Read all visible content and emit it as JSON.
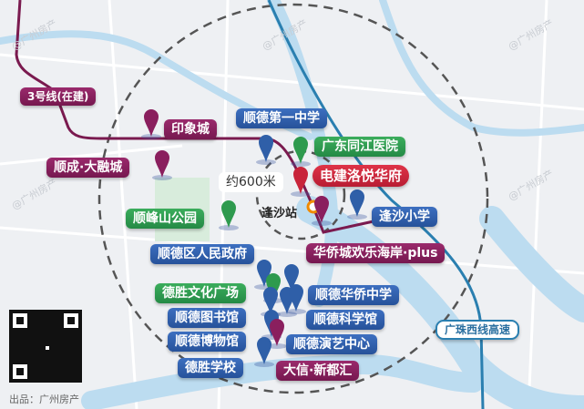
{
  "labels": {
    "line3": "3号线(在建)",
    "yinxiangcheng": "印象城",
    "shunde_no1_middle": "顺德第一中学",
    "tongjiang_hospital": "广东同江医院",
    "shuncheng_darongcheng": "顺成·大融城",
    "dianjian_luoyue": "电建洛悦华府",
    "distance": "约600米",
    "fengsha_station": "逢沙站",
    "shunfengshan_park": "顺峰山公园",
    "fengsha_primary": "逢沙小学",
    "district_government": "顺德区人民政府",
    "octcity_plus": "华侨城欢乐海岸·plus",
    "desheng_plaza": "德胜文化广场",
    "huaqiao_middle": "顺德华侨中学",
    "library": "顺德图书馆",
    "science_museum": "顺德科学馆",
    "museum": "顺德博物馆",
    "performing_arts": "顺德演艺中心",
    "desheng_school": "德胜学校",
    "daxin_xinduhui": "大信·新都汇",
    "guangzhu_expressway": "广珠西线高速"
  },
  "watermark": "@广州房产",
  "credit": "出品：广州房产",
  "colors": {
    "blue": "#2f5fa8",
    "green": "#2e9a4e",
    "purple": "#8a1f5e",
    "red": "#c8243a",
    "metro": "#7a1a4f",
    "expressway": "#2a7fb0",
    "water": "#bcdcf0"
  }
}
